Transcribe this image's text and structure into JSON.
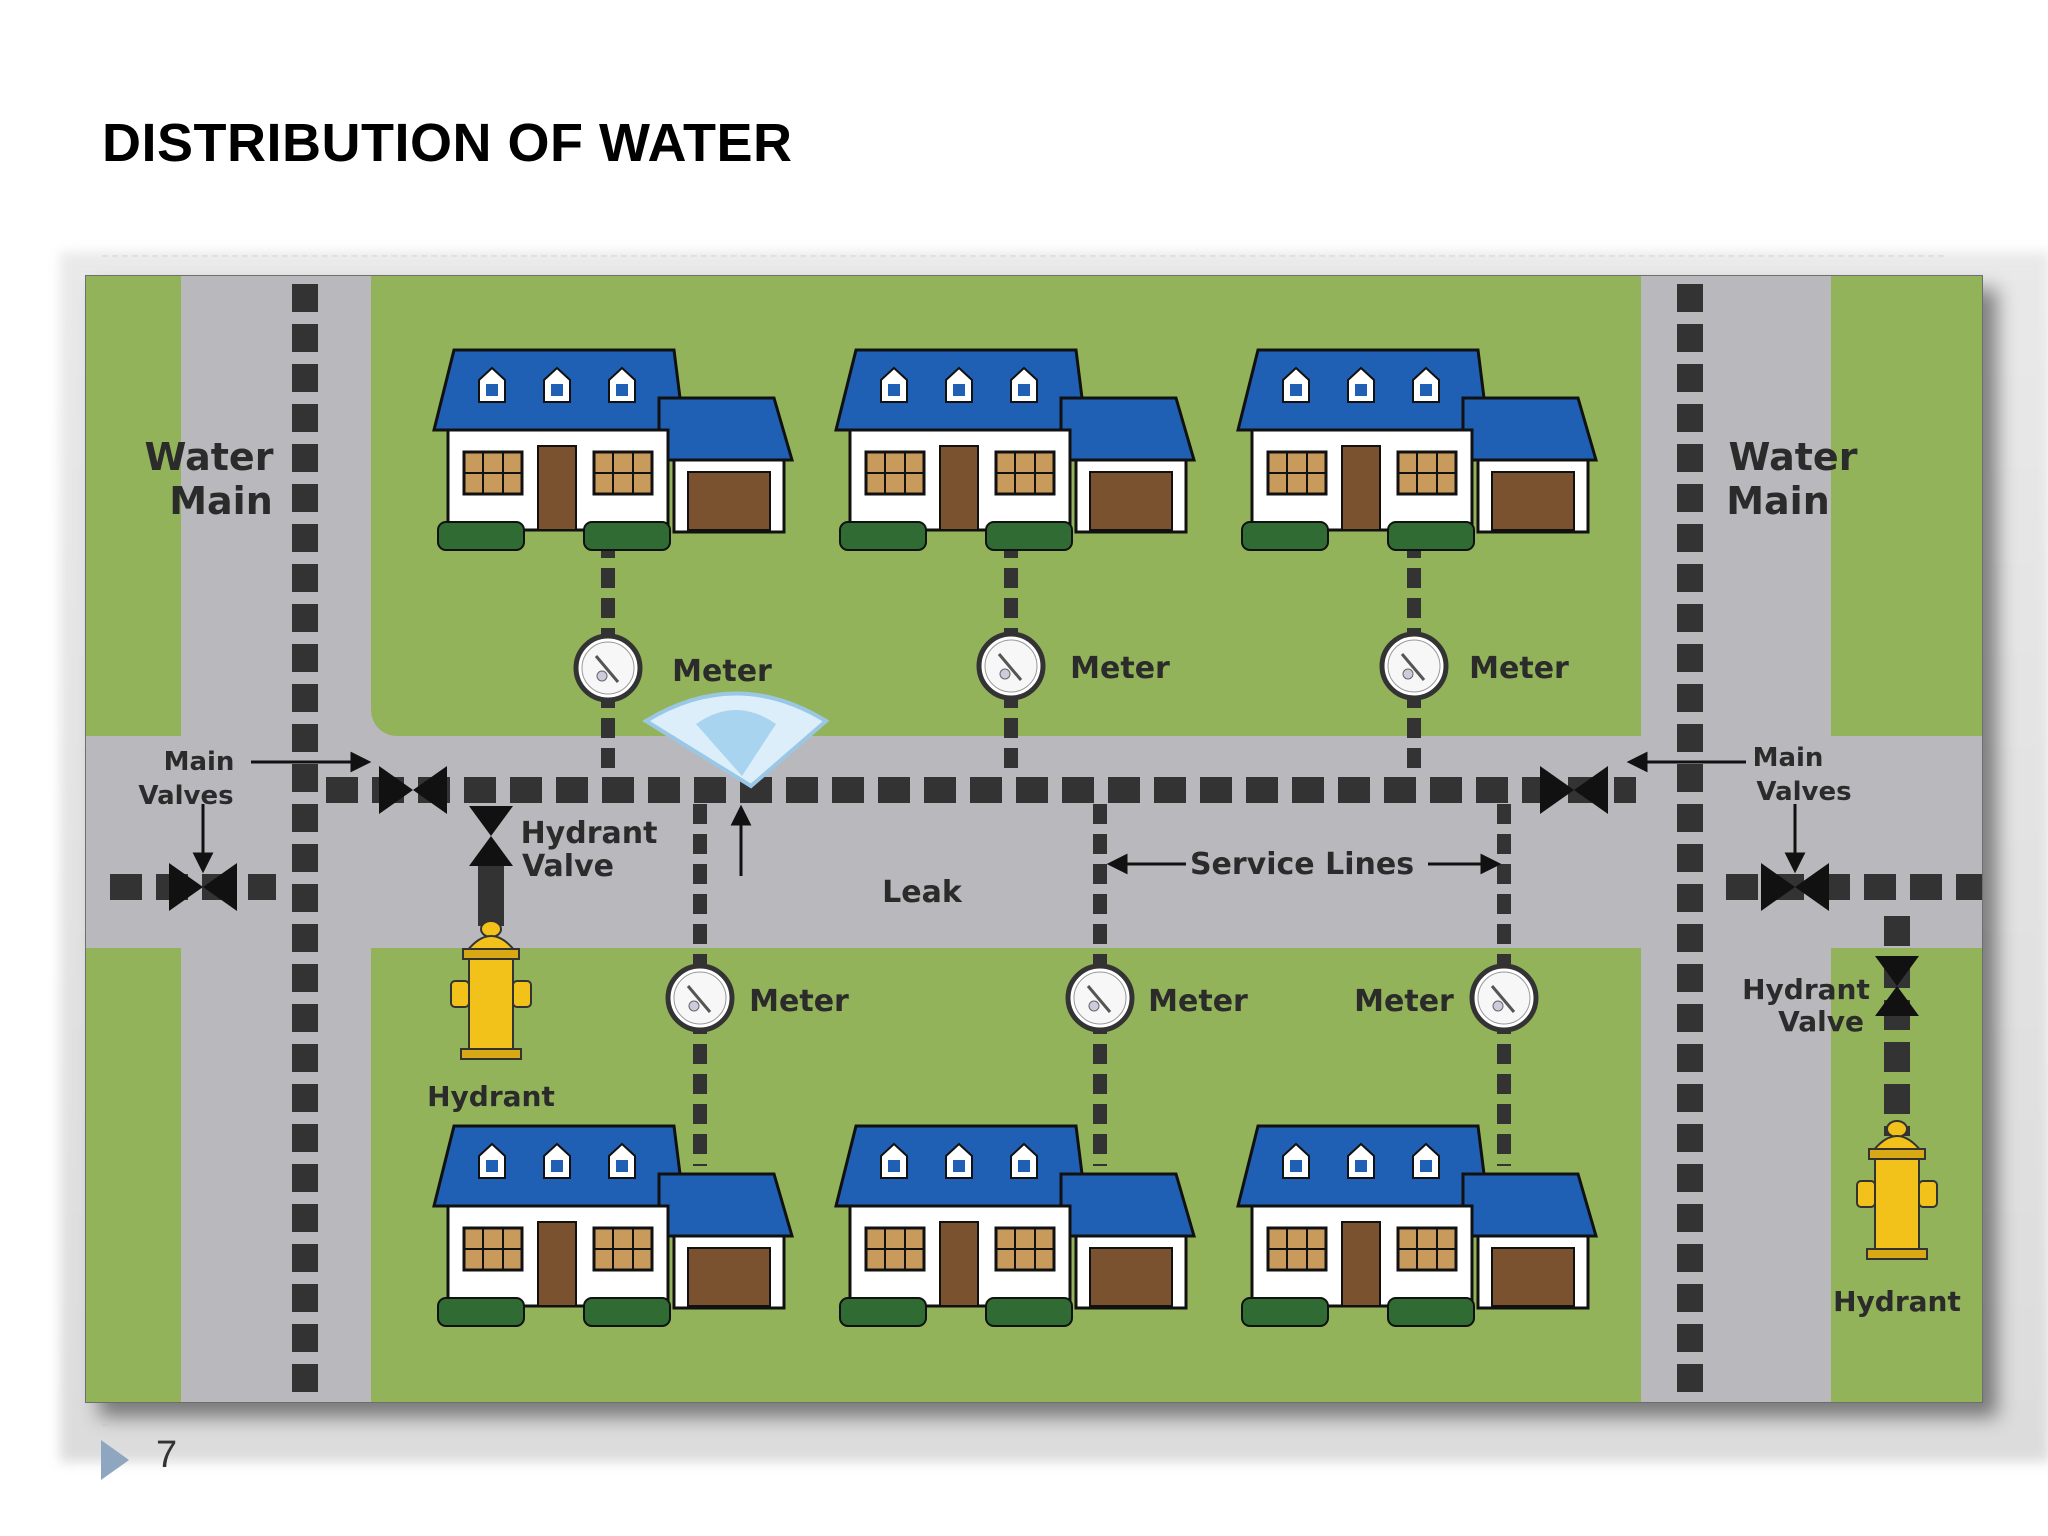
{
  "slide": {
    "title": "DISTRIBUTION OF WATER",
    "page_number": "7"
  },
  "diagram": {
    "water_main_label_line1": "Water",
    "water_main_label_line2": "Main",
    "main_valves_label_line1": "Main",
    "main_valves_label_line2": "Valves",
    "hydrant_valve_label_line1": "Hydrant",
    "hydrant_valve_label_line2": "Valve",
    "hydrant_label": "Hydrant",
    "meter_label": "Meter",
    "leak_label": "Leak",
    "service_lines_label": "Service Lines",
    "colors": {
      "grass": "#93b35a",
      "road": "#b9b9bd",
      "pipe": "#333333",
      "roof": "#1f5fb4",
      "hydrant": "#f2c21b"
    }
  }
}
